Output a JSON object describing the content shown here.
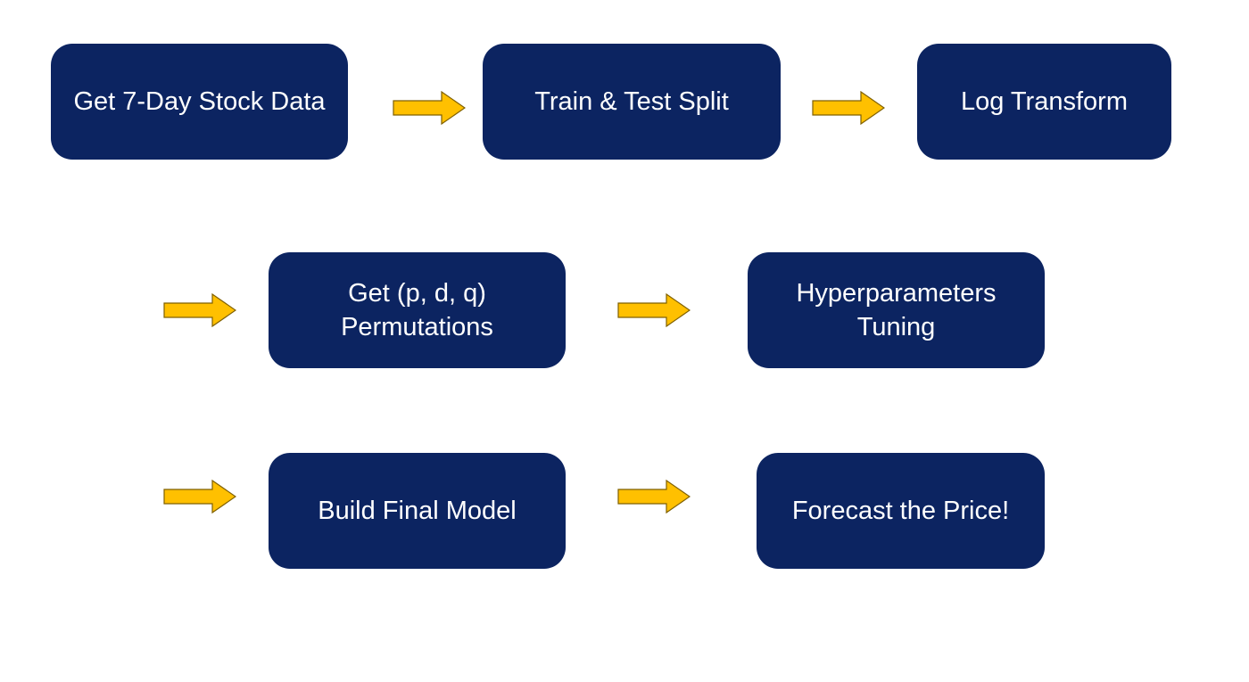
{
  "colors": {
    "box_fill": "#0c2461",
    "box_text": "#ffffff",
    "arrow_fill": "#ffc000",
    "arrow_stroke": "#7f6000"
  },
  "steps": [
    {
      "label": "Get 7-Day Stock Data"
    },
    {
      "label": "Train & Test Split"
    },
    {
      "label": "Log Transform"
    },
    {
      "label": "Get (p, d, q)\nPermutations"
    },
    {
      "label": "Hyperparameters\nTuning"
    },
    {
      "label": "Build Final Model"
    },
    {
      "label": "Forecast the Price!"
    }
  ],
  "arrows": [
    {
      "icon": "right-arrow-icon"
    },
    {
      "icon": "right-arrow-icon"
    },
    {
      "icon": "right-arrow-icon"
    },
    {
      "icon": "right-arrow-icon"
    },
    {
      "icon": "right-arrow-icon"
    },
    {
      "icon": "right-arrow-icon"
    }
  ]
}
